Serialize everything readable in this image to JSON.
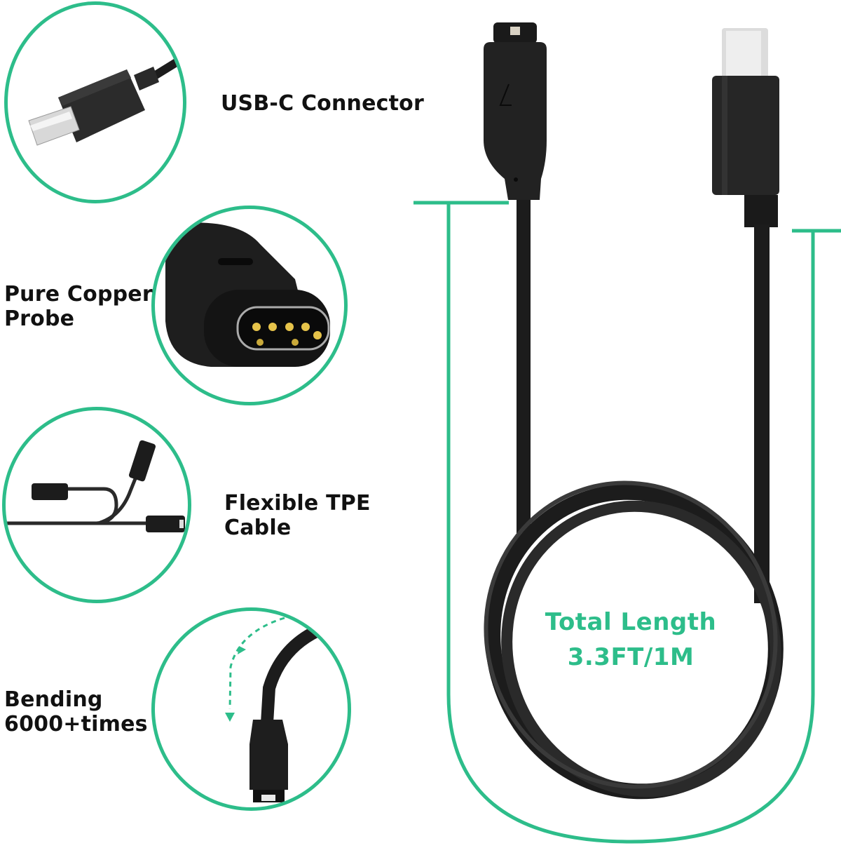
{
  "features": [
    {
      "id": "usb-c",
      "label_lines": [
        "USB-C Connector"
      ],
      "icon": "usb-c-connector-icon"
    },
    {
      "id": "copper",
      "label_lines": [
        "Pure Copper",
        "Probe"
      ],
      "icon": "copper-probe-icon"
    },
    {
      "id": "flexible",
      "label_lines": [
        "Flexible TPE",
        "Cable"
      ],
      "icon": "flexible-cable-icon"
    },
    {
      "id": "bending",
      "label_lines": [
        "Bending",
        "6000+times"
      ],
      "icon": "bending-cable-icon"
    }
  ],
  "length": {
    "line1": "Total Length",
    "line2": "3.3FT/1M"
  },
  "colors": {
    "accent": "#2dbd8a",
    "cable": "#1c1c1c",
    "text": "#111111"
  }
}
